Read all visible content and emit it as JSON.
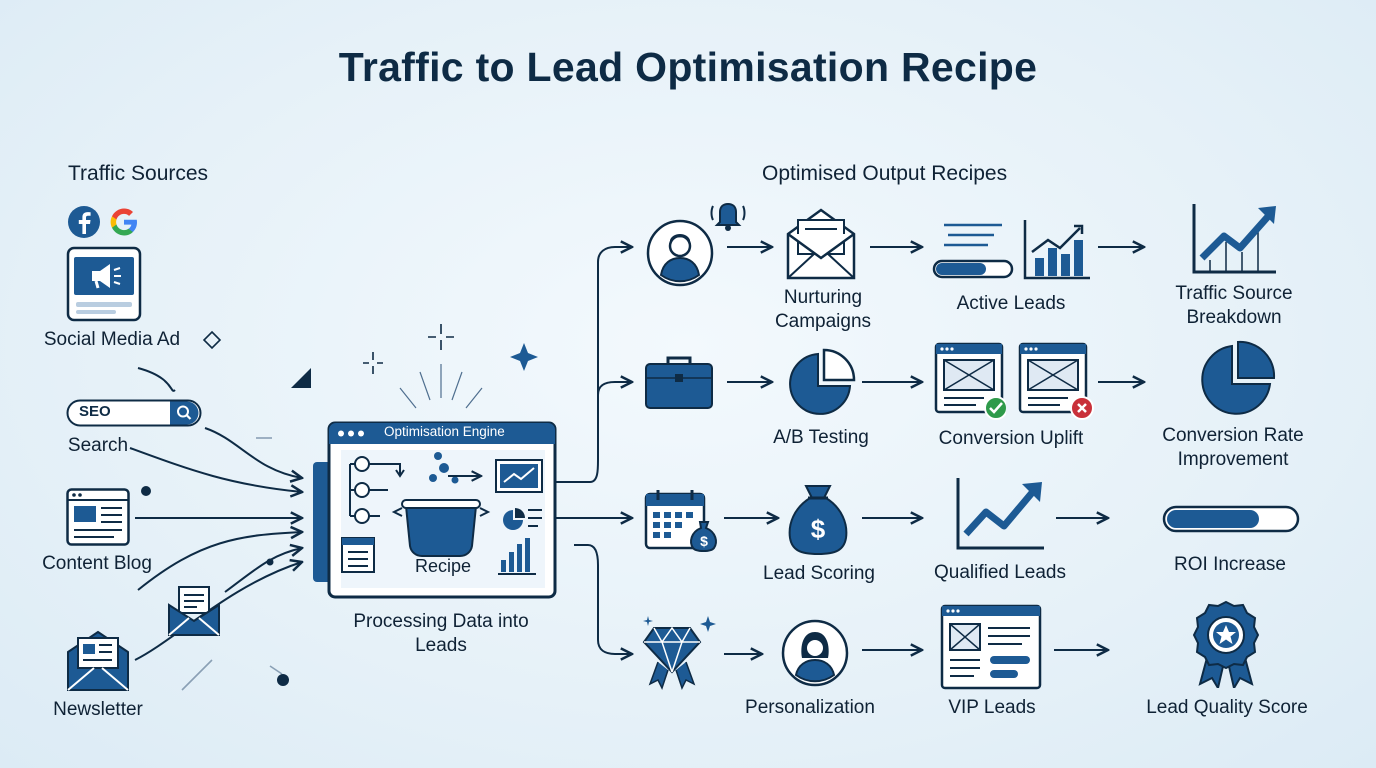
{
  "title": "Traffic to Lead Optimisation Recipe",
  "sections": {
    "sources": "Traffic Sources",
    "outputs": "Optimised Output Recipes"
  },
  "sources": {
    "social": "Social Media Ad",
    "search_box": "SEO",
    "search": "Search",
    "content": "Content Blog",
    "newsletter": "Newsletter"
  },
  "engine": {
    "header": "Optimisation Engine",
    "recipe": "Recipe",
    "caption": "Processing Data into Leads"
  },
  "outputs": {
    "nurturing": "Nurturing Campaigns",
    "active": "Active Leads",
    "breakdown": "Traffic Source Breakdown",
    "ab": "A/B Testing",
    "uplift": "Conversion Uplift",
    "conv_rate": "Conversion Rate Improvement",
    "scoring": "Lead Scoring",
    "qualified": "Qualified Leads",
    "roi": "ROI Increase",
    "personal": "Personalization",
    "vip": "VIP Leads",
    "quality": "Lead Quality Score"
  },
  "colors": {
    "primary": "#1d5a94",
    "dark": "#0e2b45",
    "accent": "#2b6cb0",
    "bg": "#e8f2f9"
  },
  "icons": [
    "facebook-icon",
    "google-icon",
    "megaphone-icon",
    "search-icon",
    "blog-icon",
    "envelope-icon",
    "newsletter-icon",
    "cooking-pot-icon",
    "user-icon",
    "bell-icon",
    "briefcase-icon",
    "calendar-icon",
    "money-bag-icon",
    "diamond-icon",
    "pie-chart-icon",
    "bar-chart-icon",
    "trend-chart-icon",
    "browser-icon",
    "award-badge-icon",
    "progress-bar-icon"
  ]
}
